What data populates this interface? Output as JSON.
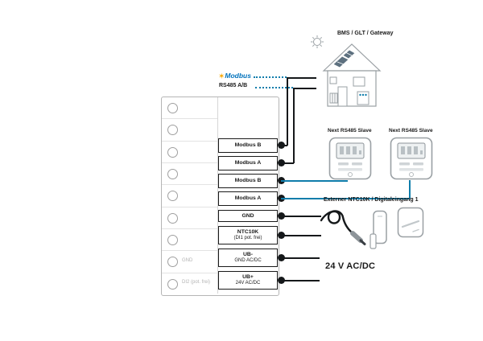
{
  "diagram": {
    "modbus_brand": "Modbus",
    "rs485_label": "RS485 A/B",
    "bms_label": "BMS / GLT / Gateway",
    "slave_labels": [
      "Next RS485 Slave",
      "Next RS485 Slave"
    ],
    "sensor_heading": "Externer NTC10K / Digitaleingang 1",
    "power_label": "24 V AC/DC",
    "terminals": [
      {
        "label": "Modbus B"
      },
      {
        "label": "Modbus A"
      },
      {
        "label": "Modbus B"
      },
      {
        "label": "Modbus A"
      },
      {
        "label": "GND"
      },
      {
        "label": "NTC10K",
        "sub": "(DI1 pot. frei)"
      },
      {
        "label": "UB-",
        "sub": "GND AC/DC"
      },
      {
        "label": "UB+",
        "sub": "24V AC/DC"
      }
    ],
    "block_labels": [
      "GND",
      "DI2 (pot. frei)"
    ],
    "colors": {
      "modbus_wire_blue": "#0f7dab",
      "modbus_brand_blue": "#0072bc",
      "star_orange": "#f7a600",
      "wire_black": "#15181a"
    }
  }
}
